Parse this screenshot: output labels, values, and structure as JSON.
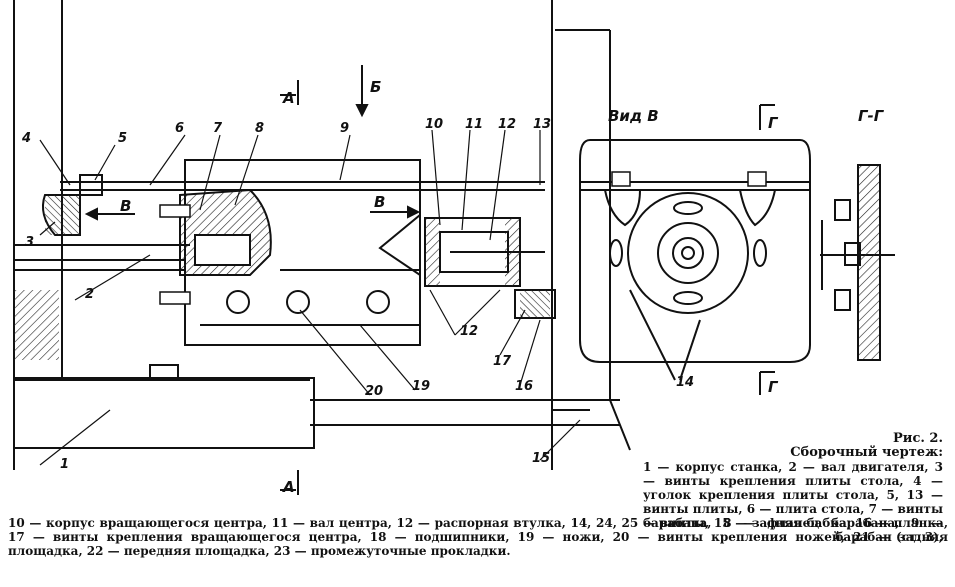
{
  "labels": {
    "n1": "1",
    "n2": "2",
    "n3": "3",
    "n4": "4",
    "n5": "5",
    "n6": "6",
    "n7": "7",
    "n8": "8",
    "n9": "9",
    "n10": "10",
    "n11": "11",
    "n12a": "12",
    "n12b": "12",
    "n13": "13",
    "n14": "14",
    "n15": "15",
    "n16": "16",
    "n17": "17",
    "n19": "19",
    "n20": "20"
  },
  "section_marks": {
    "a_top": "А",
    "a_bottom": "А",
    "b_view": "Б",
    "v_arrow1": "В",
    "v_arrow2": "В",
    "g_mark1": "Г",
    "g_mark2": "Г",
    "view_v": "Вид В",
    "section_gg": "Г-Г"
  },
  "caption": {
    "figure": "Рис. 2.",
    "subtitle": "Сборочный чертеж:",
    "right_text": "1 — корпус станка, 2 — вал двигателя, 3 — винты крепления плиты стола, 4 — уголок крепления плиты стола, 5, 13 — винты плиты, 6 — плита стола, 7 — винты барабана, 8 — фланец барабана, 9 — барабан (ст. 3),",
    "bottom_text": "10 — корпус вращающегося центра, 11 — вал центра, 12 — распорная втулка, 14, 24, 25 — винты, 15 — задняя бабка, 16 — планка, 17 — винты крепления вращающегося центра, 18 — подшипники, 19 — ножи, 20 — винты крепления ножей, 21 — задняя площадка, 22 — передняя площадка, 23 — промежуточные прокладки."
  }
}
